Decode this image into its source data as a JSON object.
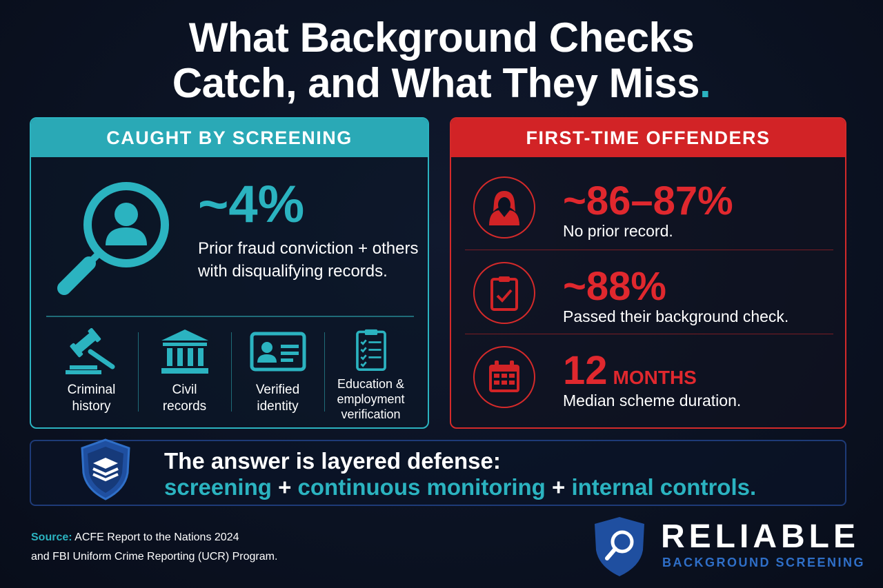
{
  "title": {
    "line1": "What Background Checks",
    "line2": "Catch, and What They Miss",
    "period": "."
  },
  "caught": {
    "heading": "CAUGHT BY SCREENING",
    "stat": "~4%",
    "description": "Prior fraud conviction + others with disqualifying records.",
    "checks": [
      {
        "label": "Criminal history",
        "icon": "gavel-icon"
      },
      {
        "label": "Civil records",
        "icon": "courthouse-icon"
      },
      {
        "label": "Verified identity",
        "icon": "id-card-icon"
      },
      {
        "label": "Education & employment verification",
        "icon": "checklist-icon"
      }
    ]
  },
  "first_time": {
    "heading": "FIRST-TIME OFFENDERS",
    "rows": [
      {
        "stat": "~86–87%",
        "unit": "",
        "description": "No prior record.",
        "icon": "hooded-figure-icon"
      },
      {
        "stat": "~88%",
        "unit": "",
        "description": "Passed their background check.",
        "icon": "clipboard-check-icon"
      },
      {
        "stat": "12",
        "unit": "MONTHS",
        "description": "Median scheme duration.",
        "icon": "calendar-icon"
      }
    ]
  },
  "banner": {
    "line1": "The answer is layered defense:",
    "items": [
      "screening",
      "continuous monitoring",
      "internal controls."
    ],
    "separator": "+"
  },
  "source": {
    "label": "Source:",
    "line1": "ACFE Report to the Nations 2024",
    "line2": "and FBI Uniform Crime Reporting (UCR) Program."
  },
  "brand": {
    "name": "RELIABLE",
    "sub": "BACKGROUND SCREENING"
  },
  "colors": {
    "teal": "#2bb3c0",
    "red": "#d22326",
    "navy": "#0b1222",
    "blue": "#1f4fa0"
  }
}
